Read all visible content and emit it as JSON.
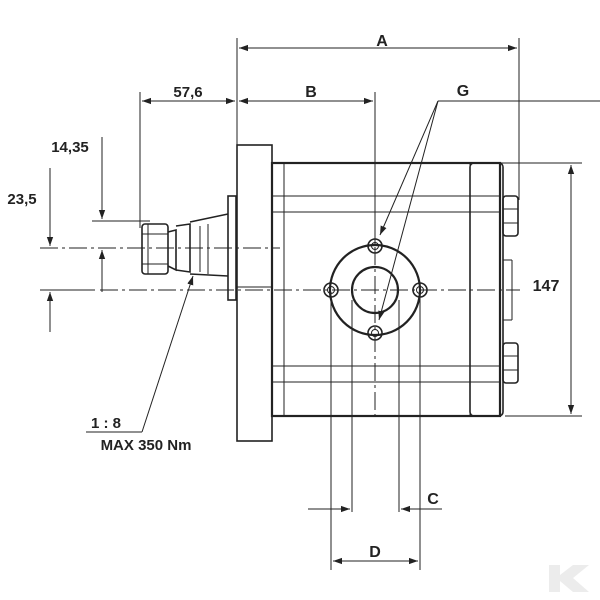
{
  "labels": {
    "dim_a": "A",
    "dim_b": "B",
    "dim_c": "C",
    "dim_d": "D",
    "dim_g": "G",
    "dim_57_6": "57,6",
    "dim_14_35": "14,35",
    "dim_23_5": "23,5",
    "dim_147": "147",
    "taper": "1 : 8",
    "torque": "MAX 350 Nm"
  },
  "logo_icon": "kramp-k-logo-icon",
  "colors": {
    "line": "#222222",
    "logo": "#ececec"
  }
}
